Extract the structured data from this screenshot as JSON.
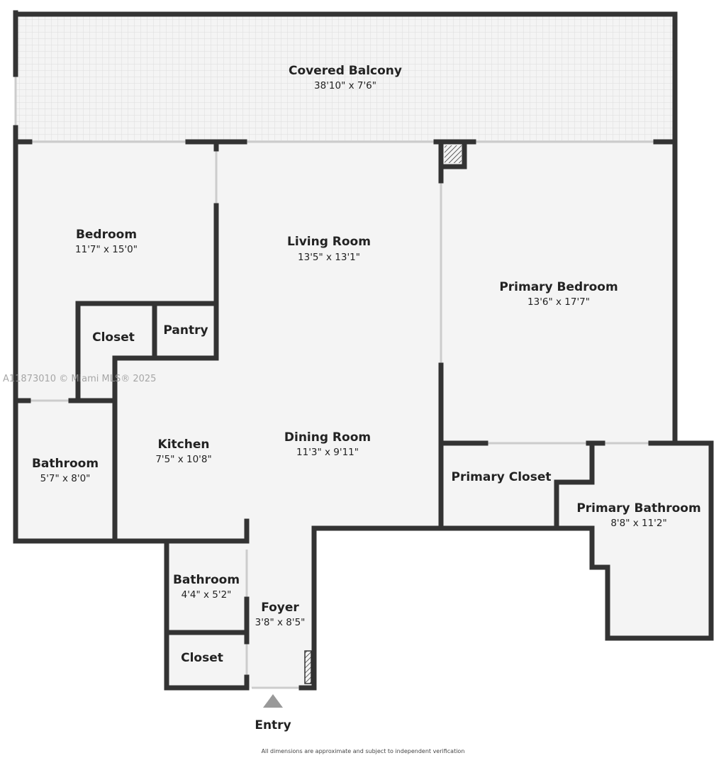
{
  "rooms": {
    "balcony": {
      "name": "Covered Balcony",
      "dim": "38'10\" x 7'6\""
    },
    "bedroom": {
      "name": "Bedroom",
      "dim": "11'7\" x 15'0\""
    },
    "living": {
      "name": "Living Room",
      "dim": "13'5\" x 13'1\""
    },
    "primary_bedroom": {
      "name": "Primary Bedroom",
      "dim": "13'6\" x 17'7\""
    },
    "closet1": {
      "name": "Closet"
    },
    "pantry": {
      "name": "Pantry"
    },
    "kitchen": {
      "name": "Kitchen",
      "dim": "7'5\" x 10'8\""
    },
    "dining": {
      "name": "Dining Room",
      "dim": "11'3\" x 9'11\""
    },
    "bathroom1": {
      "name": "Bathroom",
      "dim": "5'7\" x 8'0\""
    },
    "primary_closet": {
      "name": "Primary Closet"
    },
    "primary_bathroom": {
      "name": "Primary Bathroom",
      "dim": "8'8\" x 11'2\""
    },
    "bathroom2": {
      "name": "Bathroom",
      "dim": "4'4\" x 5'2\""
    },
    "foyer": {
      "name": "Foyer",
      "dim": "3'8\" x 8'5\""
    },
    "closet2": {
      "name": "Closet"
    }
  },
  "entry_label": "Entry",
  "watermark": "A11873010 © Miami MLS® 2025",
  "footer": "All dimensions are approximate and subject to independent verification",
  "colors": {
    "wall": "#333333",
    "floor": "#f4f4f4",
    "balcony_grid": "#dddddd"
  }
}
